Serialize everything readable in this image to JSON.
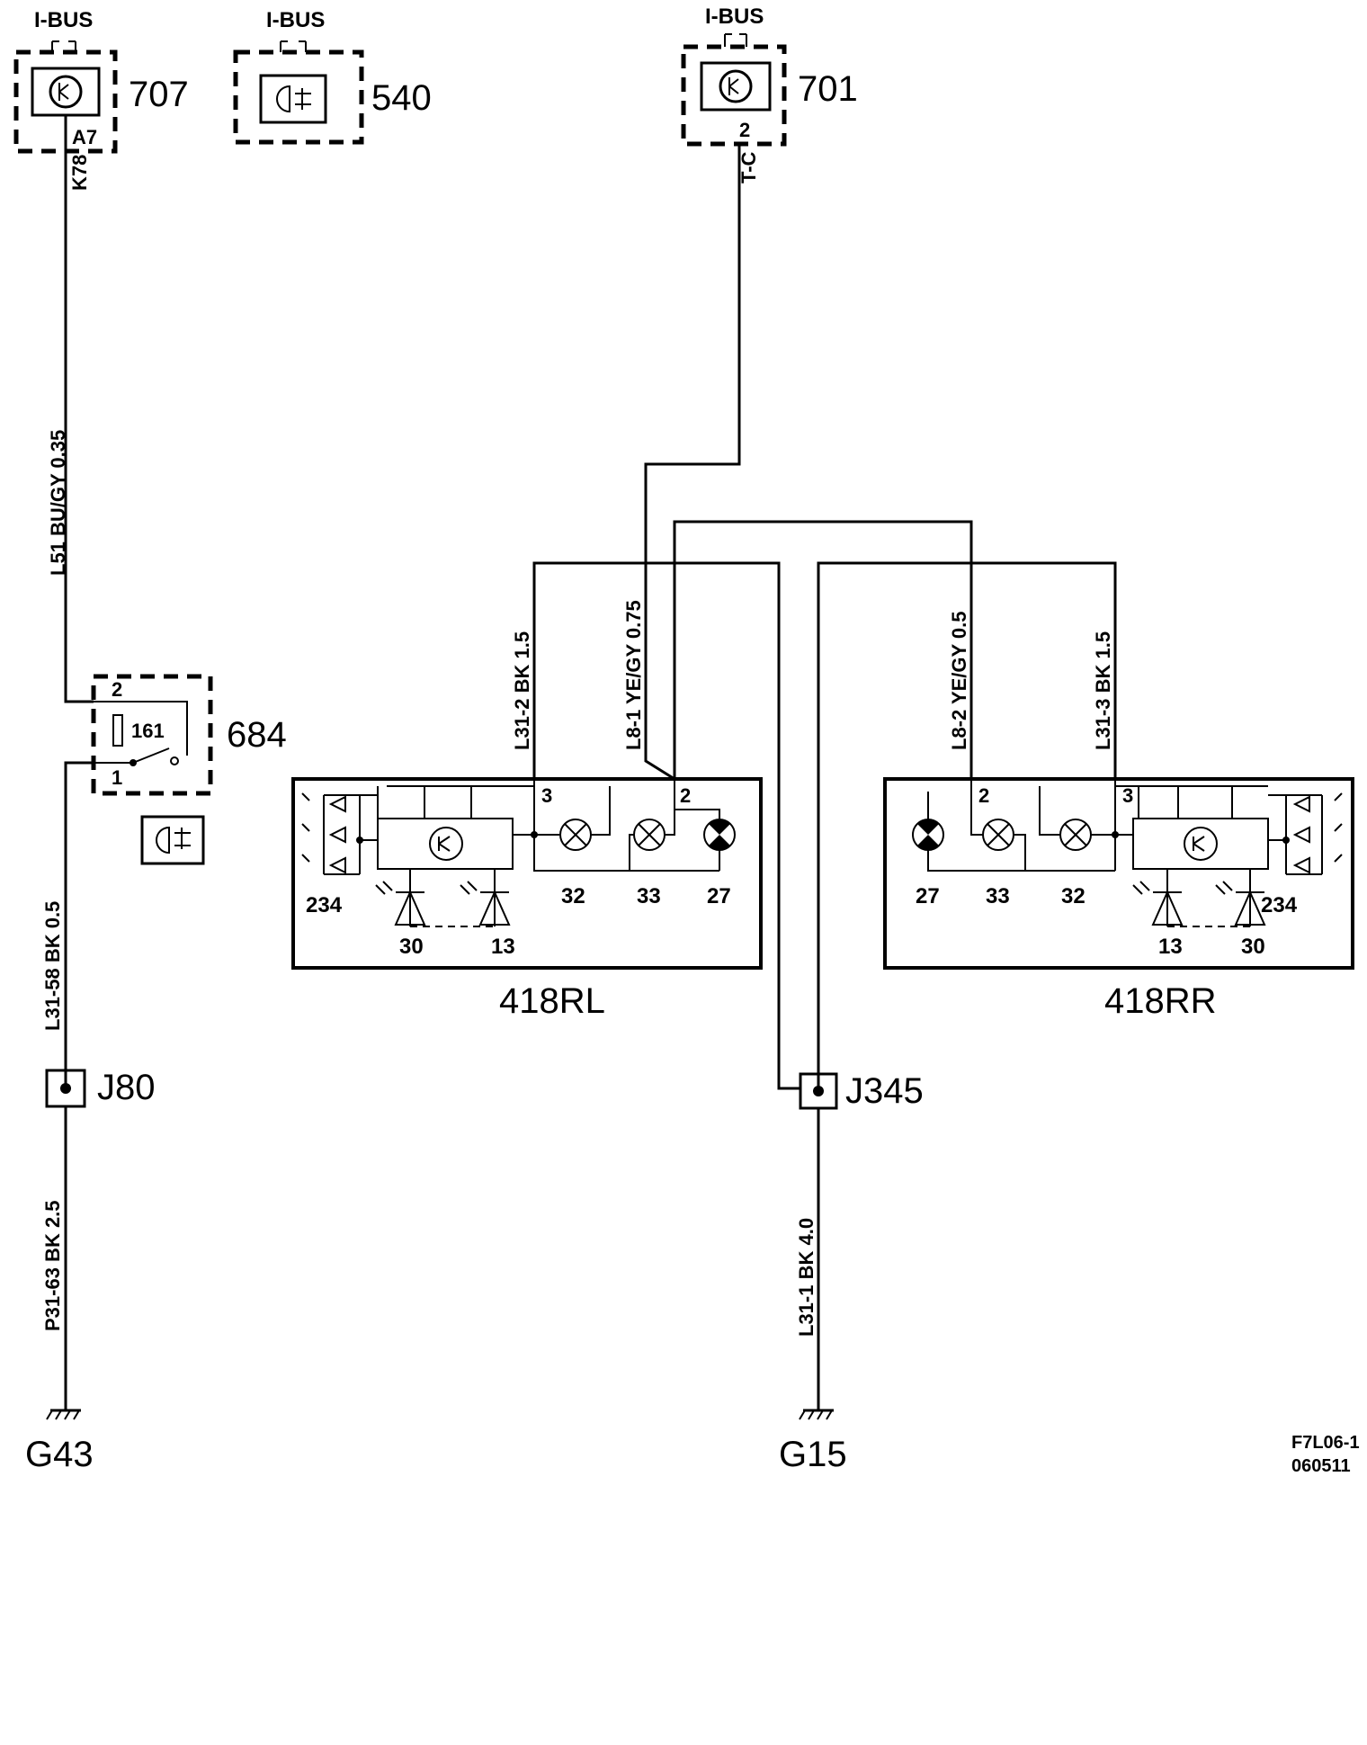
{
  "bus": {
    "label": "I-BUS"
  },
  "components": {
    "c707": {
      "id": "707",
      "pin_a": "A7",
      "pin_b": "K78"
    },
    "c540": {
      "id": "540"
    },
    "c701": {
      "id": "701",
      "pin": "2",
      "conn": "T-C"
    },
    "c684": {
      "id": "684",
      "fuse": "161",
      "pin_top": "2",
      "pin_bottom": "1"
    },
    "rl": {
      "id": "418RL",
      "pins": {
        "p3": "3",
        "p2": "2"
      },
      "items": {
        "led": "234",
        "b32": "32",
        "b33": "33",
        "b27": "27",
        "d30": "30",
        "d13": "13"
      }
    },
    "rr": {
      "id": "418RR",
      "pins": {
        "p2": "2",
        "p3": "3"
      },
      "items": {
        "led": "234",
        "b32": "32",
        "b33": "33",
        "b27": "27",
        "d30": "30",
        "d13": "13"
      }
    }
  },
  "junctions": {
    "j80": "J80",
    "j345": "J345"
  },
  "grounds": {
    "g43": "G43",
    "g15": "G15"
  },
  "wires": {
    "w1": "L51 BU/GY 0.35",
    "w2": "L31-58 BK 0.5",
    "w3": "P31-63 BK 2.5",
    "w4": "L31-2 BK 1.5",
    "w5": "L8-1 YE/GY 0.75",
    "w6": "L8-2 YE/GY 0.5",
    "w7": "L31-3 BK 1.5",
    "w8": "L31-1 BK 4.0"
  },
  "footer": {
    "code": "F7L06-1",
    "date": "060511"
  }
}
